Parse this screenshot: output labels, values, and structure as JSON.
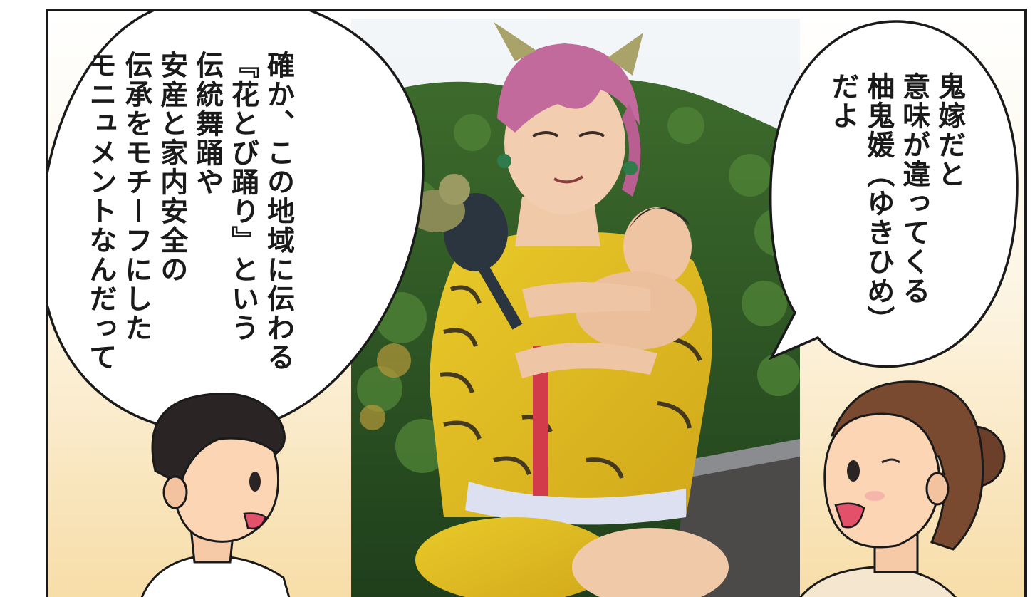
{
  "left_bubble": {
    "lines": [
      "確か、この地域に伝わる",
      "『花とび踊り』という",
      "伝統舞踊や",
      "安産と家内安全の",
      "伝承をモチーフにした",
      "モニュメントなんだって"
    ]
  },
  "right_bubble": {
    "lines": [
      "鬼嫁だと",
      "意味が違ってくる",
      "柚鬼媛（ゆきひめ）",
      "だよ"
    ]
  },
  "colors": {
    "sky": "#eef3f6",
    "forest": "#2f5a28",
    "tiger_yellow": "#e3c21f",
    "hair_pink": "#c26a9b",
    "skin": "#f0c9a8",
    "panel_fill": "#f7dda8"
  }
}
